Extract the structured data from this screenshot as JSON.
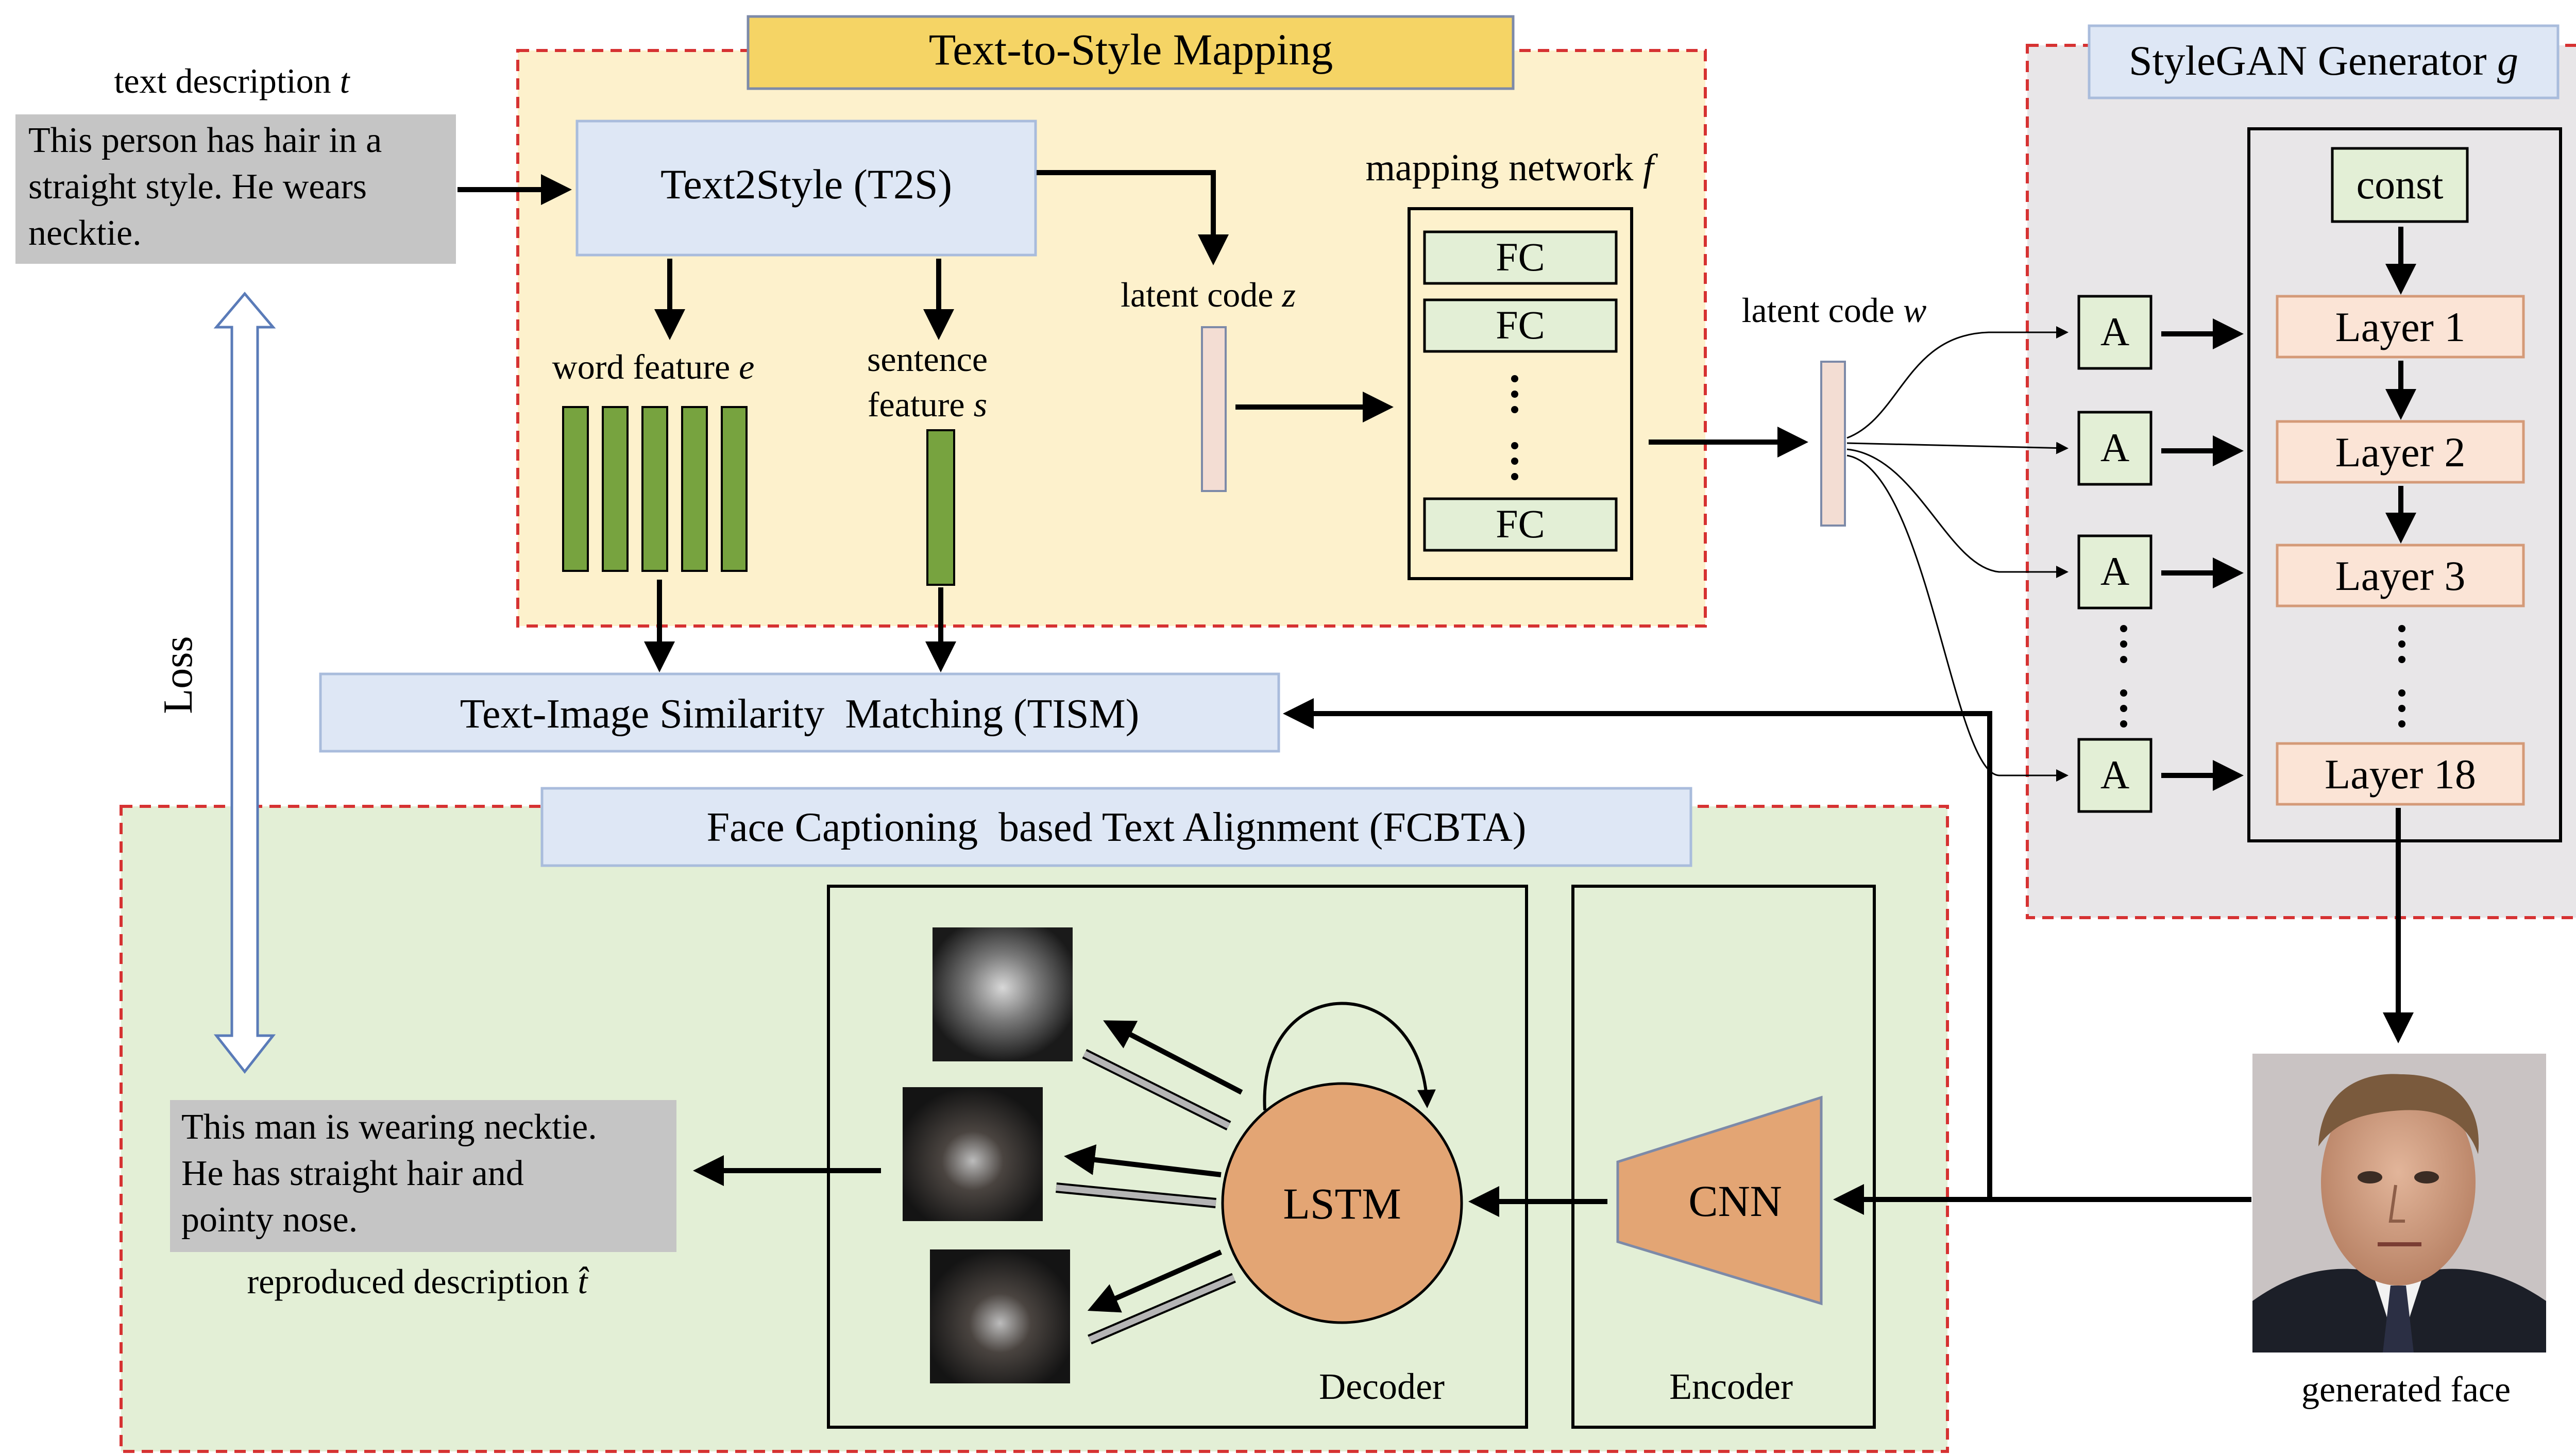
{
  "text_input": {
    "label": "text description",
    "label_var": "t",
    "text_lines": [
      "This person has hair in a",
      "straight style. He wears",
      "necktie."
    ]
  },
  "t2s_section": {
    "title": "Text-to-Style Mapping",
    "t2s_box": "Text2Style (T2S)",
    "word_feature": "word feature",
    "word_feature_var": "e",
    "sentence_feature_line1": "sentence",
    "sentence_feature_line2": "feature",
    "sentence_feature_var": "s",
    "latent_z": "latent code",
    "latent_z_var": "z",
    "mapping_network": "mapping network",
    "mapping_network_var": "f",
    "fc_label": "FC"
  },
  "latent_w": {
    "label": "latent code",
    "var": "w"
  },
  "stylegan": {
    "title": "StyleGAN Generator",
    "title_var": "g",
    "const_label": "const",
    "a_label": "A",
    "layers": [
      "Layer 1",
      "Layer 2",
      "Layer 3",
      "Layer 18"
    ]
  },
  "tism": {
    "label": "Text-Image Similarity  Matching (TISM)"
  },
  "fcbta": {
    "title": "Face Captioning  based Text Alignment (FCBTA)",
    "lstm": "LSTM",
    "cnn": "CNN",
    "decoder": "Decoder",
    "encoder": "Encoder",
    "reproduced_lines": [
      "This man is wearing necktie.",
      "He has straight hair and",
      "pointy nose."
    ],
    "reproduced_label": "reproduced description",
    "reproduced_var": "t̂"
  },
  "loss_label": "Loss",
  "generated_face_label": "generated face",
  "colors": {
    "title_yellow": "#f5d465",
    "section_yellow": "#fdf1cc",
    "section_green": "#e3efd6",
    "section_gray": "#e8e6e8",
    "dashed_red": "#d63232",
    "box_blue": "#dee7f5",
    "bar_green": "#77a33f",
    "layer_pink": "#fbe4d6",
    "lstm_orange": "#e3a574"
  }
}
